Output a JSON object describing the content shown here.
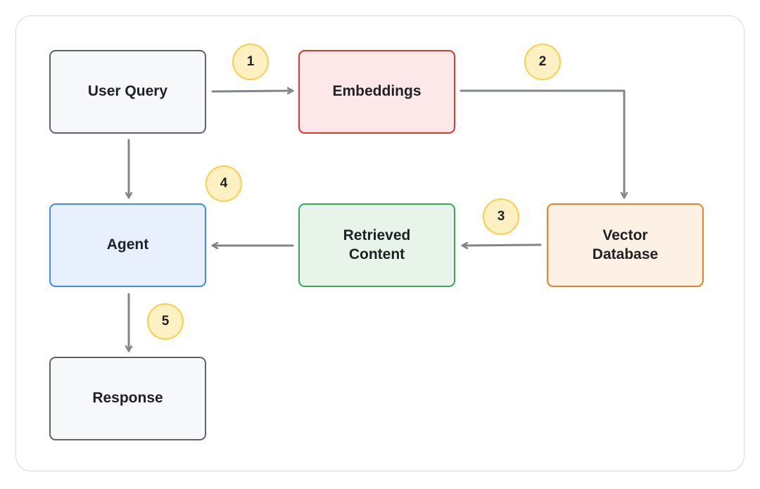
{
  "nodes": {
    "user_query": {
      "label": "User Query",
      "bg": "#f7f8fa",
      "border": "#5f6368"
    },
    "embeddings": {
      "label": "Embeddings",
      "bg": "#fce8e8",
      "border": "#e0342f"
    },
    "vector_db": {
      "label": "Vector\nDatabase",
      "bg": "#fdf0e4",
      "border": "#f07d22"
    },
    "retrieved": {
      "label": "Retrieved\nContent",
      "bg": "#e8f4ea",
      "border": "#34a853"
    },
    "agent": {
      "label": "Agent",
      "bg": "#e8f0fd",
      "border": "#4285f4"
    },
    "response": {
      "label": "Response",
      "bg": "#f7f8fa",
      "border": "#5f6368"
    }
  },
  "steps": [
    "1",
    "2",
    "3",
    "4",
    "5"
  ],
  "edges": [
    {
      "from": "User Query",
      "to": "Embeddings",
      "step": "1"
    },
    {
      "from": "Embeddings",
      "to": "Vector Database",
      "step": "2"
    },
    {
      "from": "Vector Database",
      "to": "Retrieved Content",
      "step": "3"
    },
    {
      "from": "Retrieved Content",
      "to": "Agent",
      "step": "4"
    },
    {
      "from": "User Query",
      "to": "Agent"
    },
    {
      "from": "Agent",
      "to": "Response",
      "step": "5"
    }
  ],
  "colors": {
    "arrow": "#80868b",
    "badge_bg": "#fdf0c2",
    "badge_border": "#f9cf49",
    "frame": "#d7d9dd"
  }
}
